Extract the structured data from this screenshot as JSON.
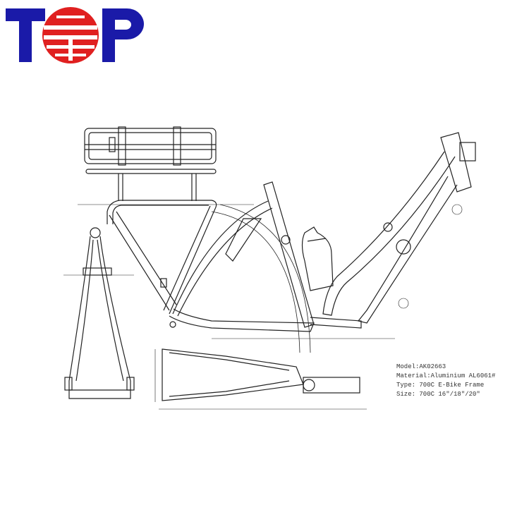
{
  "logo": {
    "text": "TOP",
    "colors": {
      "letters": "#1a1aa8",
      "emblem": "#e02020"
    }
  },
  "specs": {
    "model": "Model:AK02663",
    "material": "Material:Aluminium AL6061#",
    "type": "Type: 700C E-Bike Frame",
    "size": "Size: 700C 16\"/18\"/20\""
  }
}
